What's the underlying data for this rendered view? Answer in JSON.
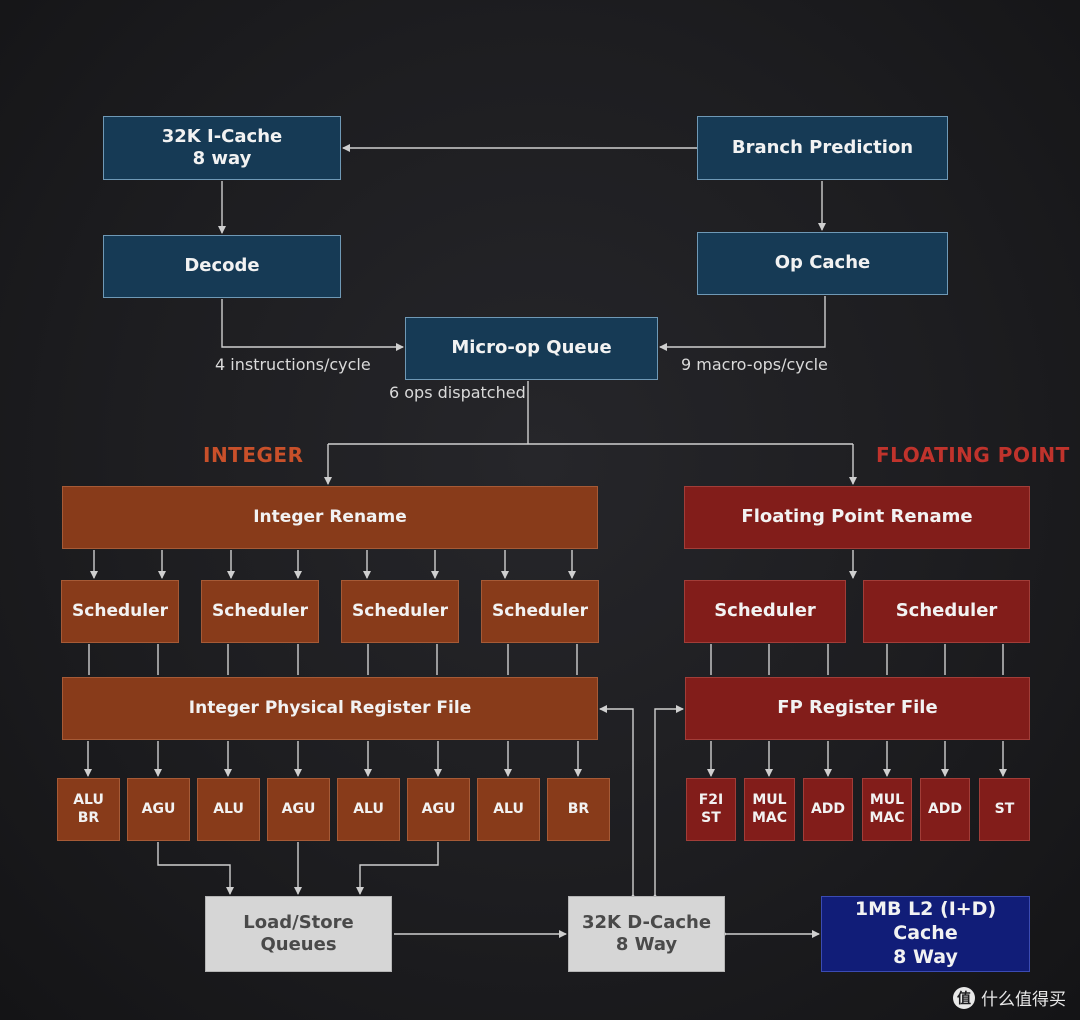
{
  "colors": {
    "integer_heading": "#c8502a",
    "fp_heading": "#c0332c",
    "wire": "#cfcfcf"
  },
  "frontend": {
    "icache": "32K I-Cache\n8 way",
    "branch": "Branch Prediction",
    "decode": "Decode",
    "opcache": "Op Cache",
    "uopq": "Micro-op Queue",
    "decode_rate": "4 instructions/cycle",
    "opcache_rate": "9 macro-ops/cycle",
    "dispatch": "6 ops dispatched"
  },
  "integer": {
    "heading": "INTEGER",
    "rename": "Integer Rename",
    "schedulers": [
      "Scheduler",
      "Scheduler",
      "Scheduler",
      "Scheduler"
    ],
    "prf": "Integer Physical Register File",
    "units": [
      "ALU\nBR",
      "AGU",
      "ALU",
      "AGU",
      "ALU",
      "AGU",
      "ALU",
      "BR"
    ]
  },
  "fp": {
    "heading": "FLOATING POINT",
    "rename": "Floating Point Rename",
    "schedulers": [
      "Scheduler",
      "Scheduler"
    ],
    "prf": "FP Register File",
    "units": [
      "F2I\nST",
      "MUL\nMAC",
      "ADD",
      "MUL\nMAC",
      "ADD",
      "ST"
    ]
  },
  "memory": {
    "lsq": "Load/Store\nQueues",
    "dcache": "32K D-Cache\n8 Way",
    "l2": "1MB L2 (I+D) Cache\n8 Way"
  },
  "watermark": {
    "logo": "值",
    "text": "什么值得买",
    "icon": "smzdm-logo-icon"
  }
}
